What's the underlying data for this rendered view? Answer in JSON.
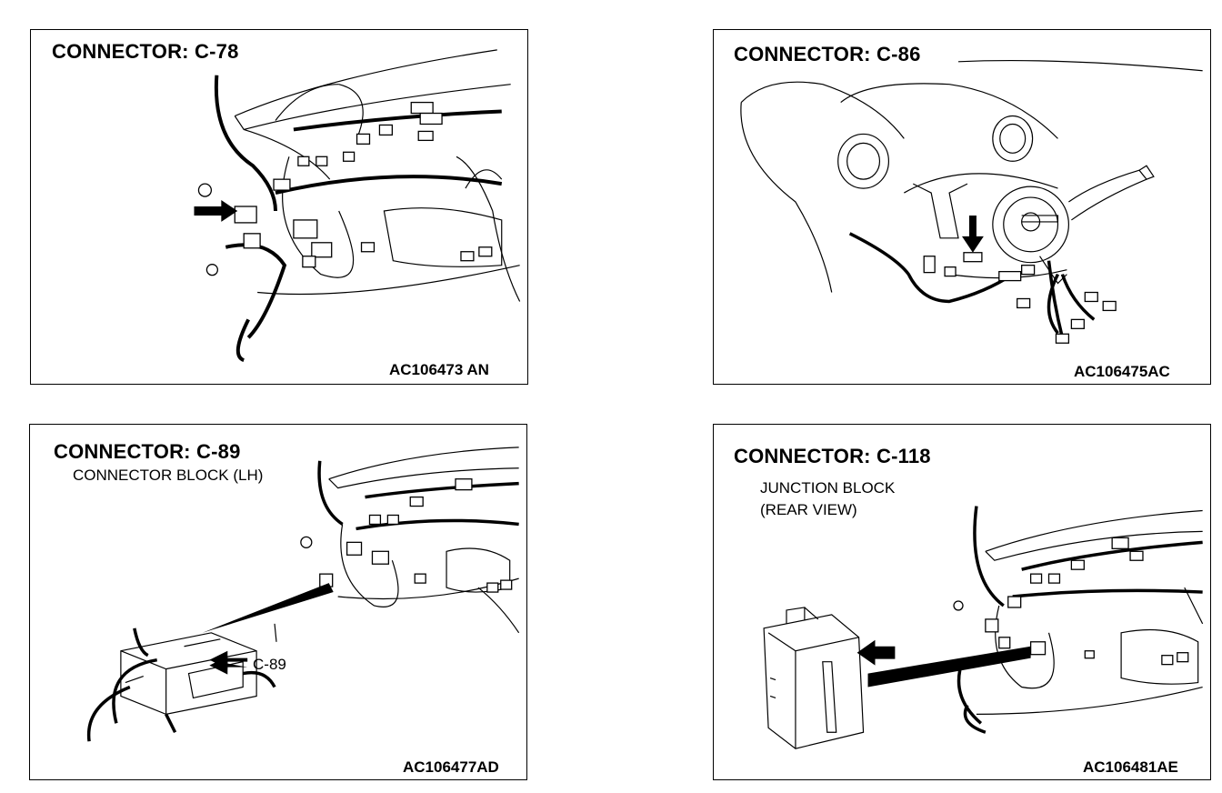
{
  "panels": [
    {
      "title": "CONNECTOR: C-78",
      "code": "AC106473 AN"
    },
    {
      "title": "CONNECTOR: C-86",
      "code": "AC106475AC"
    },
    {
      "title": "CONNECTOR: C-89",
      "subtitle": "CONNECTOR BLOCK (LH)",
      "callout": "C-89",
      "code": "AC106477AD"
    },
    {
      "title": "CONNECTOR: C-118",
      "subtitle_line1": "JUNCTION BLOCK",
      "subtitle_line2": "(REAR VIEW)",
      "code": "AC106481AE"
    }
  ]
}
